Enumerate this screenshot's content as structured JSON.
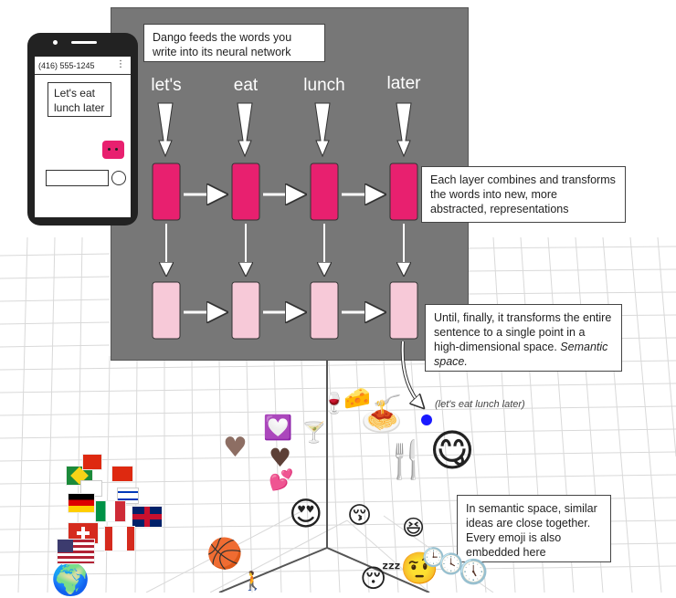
{
  "phone": {
    "number": "(416) 555-1245",
    "menu_icon": "vertical-dots-icon",
    "message": "Let's eat lunch later"
  },
  "words": [
    "let's",
    "eat",
    "lunch",
    "later"
  ],
  "callouts": {
    "intro": "Dango feeds the words you write into its neural network",
    "layers": "Each layer combines and transforms the words into new, more abstracted, representations",
    "final": "Until, finally, it transforms the entire sentence to a single point in a high-dimensional space.",
    "final_em": "Semantic space.",
    "semantic": "In semantic space, similar ideas are close together. Every emoji is also embedded here"
  },
  "sentence_point_label": "(let's eat lunch later)",
  "colors": {
    "panel": "#777777",
    "layer_top": "#e8206f",
    "layer_bottom": "#f7c9d8",
    "point": "#1a1aff"
  }
}
